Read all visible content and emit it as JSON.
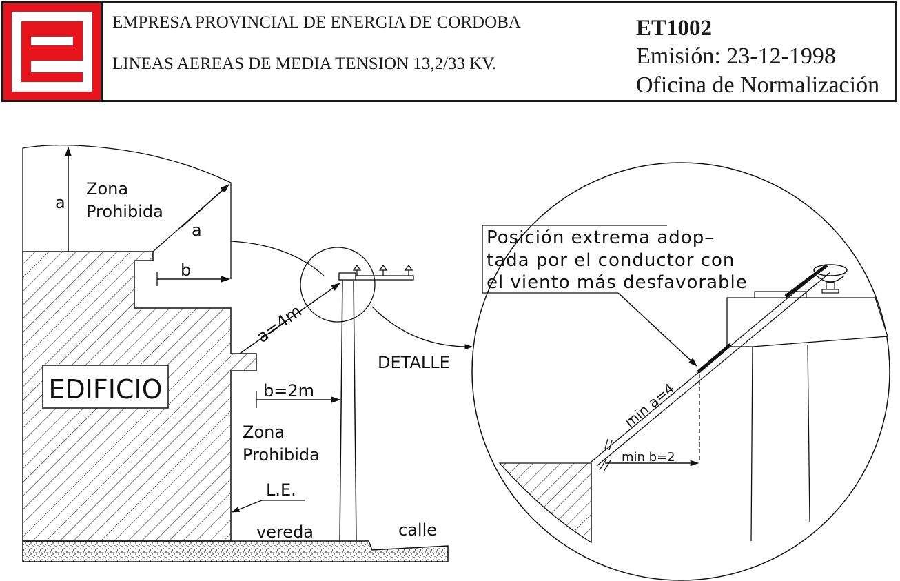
{
  "header": {
    "company": "EMPRESA PROVINCIAL DE ENERGIA DE CORDOBA",
    "subtitle": "LINEAS AEREAS DE MEDIA TENSION 13,2/33 KV.",
    "code": "ET1002",
    "emision": "Emisión: 23-12-1998",
    "oficina": "Oficina de Normalización",
    "logo_color": "#e8141b",
    "logo_icon": "epec-logo"
  },
  "diagram": {
    "label_a_vertical": "a",
    "zona_top_1": "Zona",
    "zona_top_2": "Prohibida",
    "label_a_diag": "a",
    "label_b": "b",
    "label_a4": "a=4m",
    "label_b2": "b=2m",
    "zona_bottom_1": "Zona",
    "zona_bottom_2": "Prohibida",
    "edificio": "EDIFICIO",
    "le": "L.E.",
    "vereda": "vereda",
    "calle": "calle",
    "detalle": "DETALLE",
    "note_line1": "Posición extrema adop–",
    "note_line2": "tada por el conductor con",
    "note_line3": "el viento más desfavorable",
    "min_a": "min a=4",
    "min_b": "min b=2"
  }
}
